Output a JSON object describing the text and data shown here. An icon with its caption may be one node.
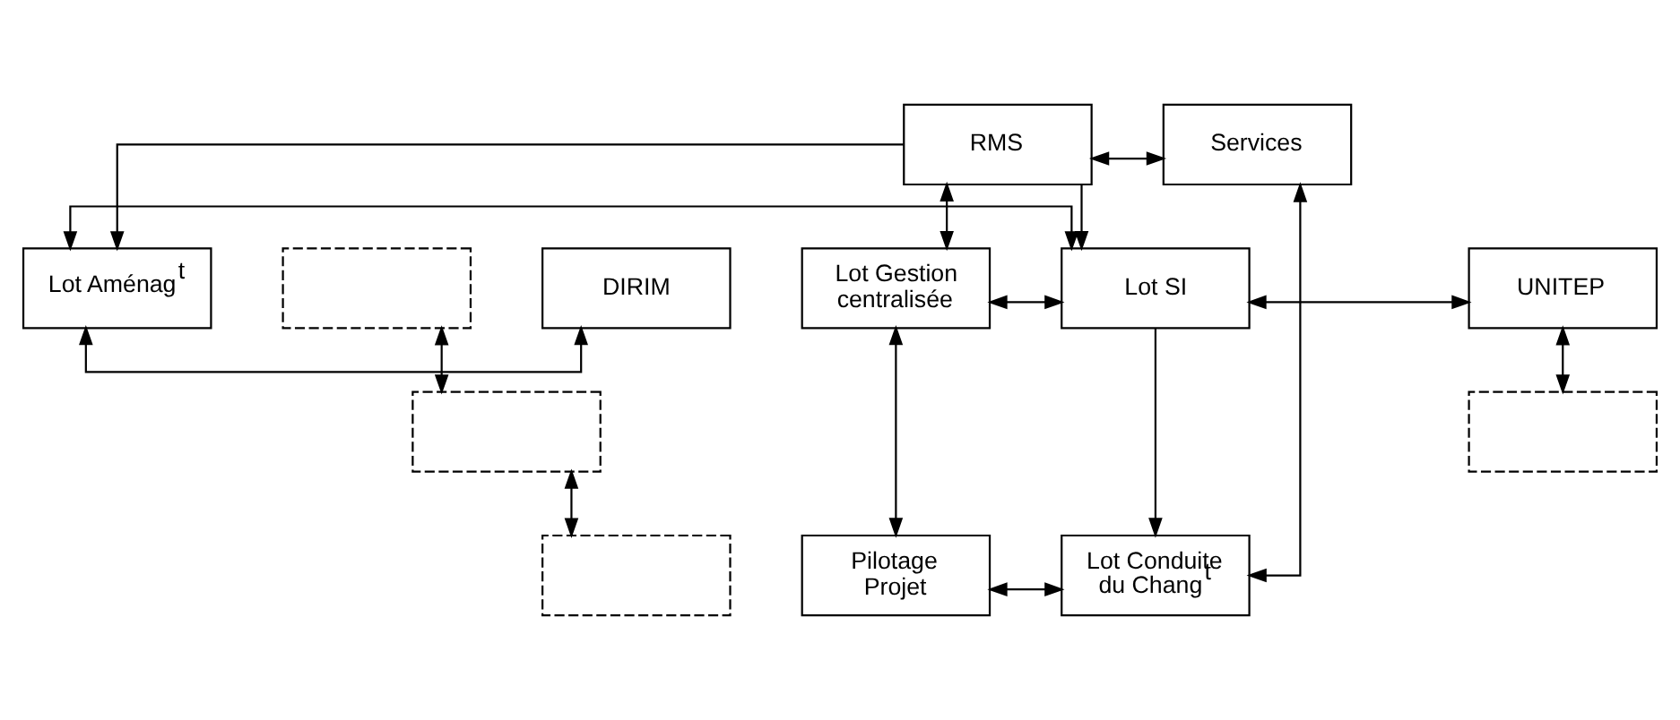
{
  "diagram": {
    "nodes": [
      {
        "text": [
          "Services"
        ]
      },
      {
        "text": [
          "RMS"
        ]
      },
      {
        "text": [],
        "shape": "box"
      },
      {
        "text": [
          "DIRIM"
        ]
      },
      {
        "text": [
          "Lot Aménag$^{t}$"
        ]
      },
      {
        "text": [
          "Lot Gestion centralisée"
        ]
      },
      {
        "text": [
          "Lot SI"
        ]
      },
      {
        "text": [
          "UNITEP"
        ]
      },
      {
        "text": [],
        "shape": "box"
      },
      {
        "text": [],
        "shape": "box"
      },
      {
        "text": [],
        "shape": "box"
      },
      {
        "text": [
          "Pilotage Projet"
        ]
      },
      {
        "text": [
          "Lot Conduite du Chang$^{t}$"
        ]
      }
    ],
    "edges": [
      {
        "from": 1,
        "to": 0,
        "arrow": "both"
      },
      {
        "from": 1,
        "to": 5,
        "arrow": "both"
      },
      {
        "from": 1,
        "to": 4,
        "arrow": "to"
      },
      {
        "from": 1,
        "to": 6,
        "arrow": "to"
      },
      {
        "from": 2,
        "to": 8,
        "arrow": "both"
      },
      {
        "from": 3,
        "to": 4,
        "arrow": "both"
      },
      {
        "from": 5,
        "to": 6,
        "arrow": "both"
      },
      {
        "from": 6,
        "to": 7,
        "arrow": "both"
      },
      {
        "from": 7,
        "to": 9,
        "arrow": "both"
      },
      {
        "from": 8,
        "to": 10,
        "arrow": "both"
      },
      {
        "from": 5,
        "to": 11,
        "arrow": "both"
      },
      {
        "from": 11,
        "to": 12,
        "arrow": "both"
      },
      {
        "from": 12,
        "to": 0,
        "arrow": "both"
      },
      {
        "from": 4,
        "to": 6,
        "arrow": "both"
      },
      {
        "from": 6,
        "to": 12,
        "arrow": "to"
      }
    ]
  }
}
